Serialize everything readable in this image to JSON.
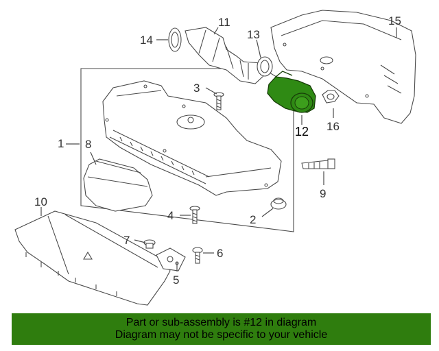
{
  "callouts": {
    "c1": "1",
    "c2": "2",
    "c3": "3",
    "c4": "4",
    "c5": "5",
    "c6": "6",
    "c7": "7",
    "c8": "8",
    "c9": "9",
    "c10": "10",
    "c11": "11",
    "c12": "12",
    "c13": "13",
    "c14": "14",
    "c15": "15",
    "c16": "16"
  },
  "highlight": {
    "part": "12",
    "color": "#2f8a14"
  },
  "banner": {
    "line1": "Part or sub-assembly is #12 in diagram",
    "line2": "Diagram may not be specific to your vehicle",
    "color": "#2f7d0e"
  }
}
